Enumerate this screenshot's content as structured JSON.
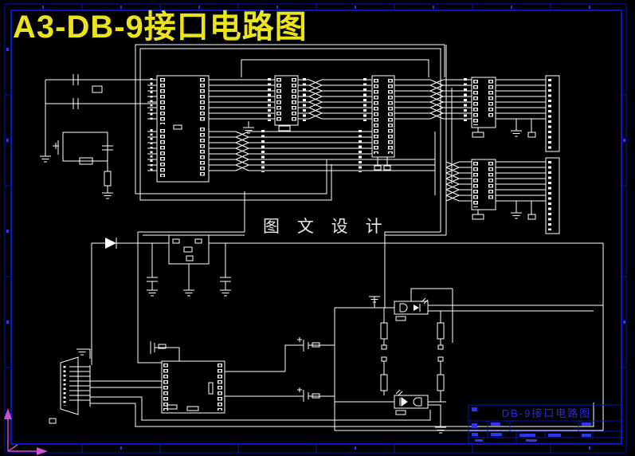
{
  "drawing": {
    "title": "A3-DB-9接口电路图",
    "center_label": "图 文 设 计",
    "title_block": {
      "name": "DB-9接口电路图"
    },
    "colors": {
      "background": "#000000",
      "wire": "#ffffff",
      "frame_blue": "#0019c4",
      "title_yellow": "#ece41a",
      "title_block_text": "#2a2ae6",
      "ucs_magenta": "#cf4fcf"
    }
  }
}
